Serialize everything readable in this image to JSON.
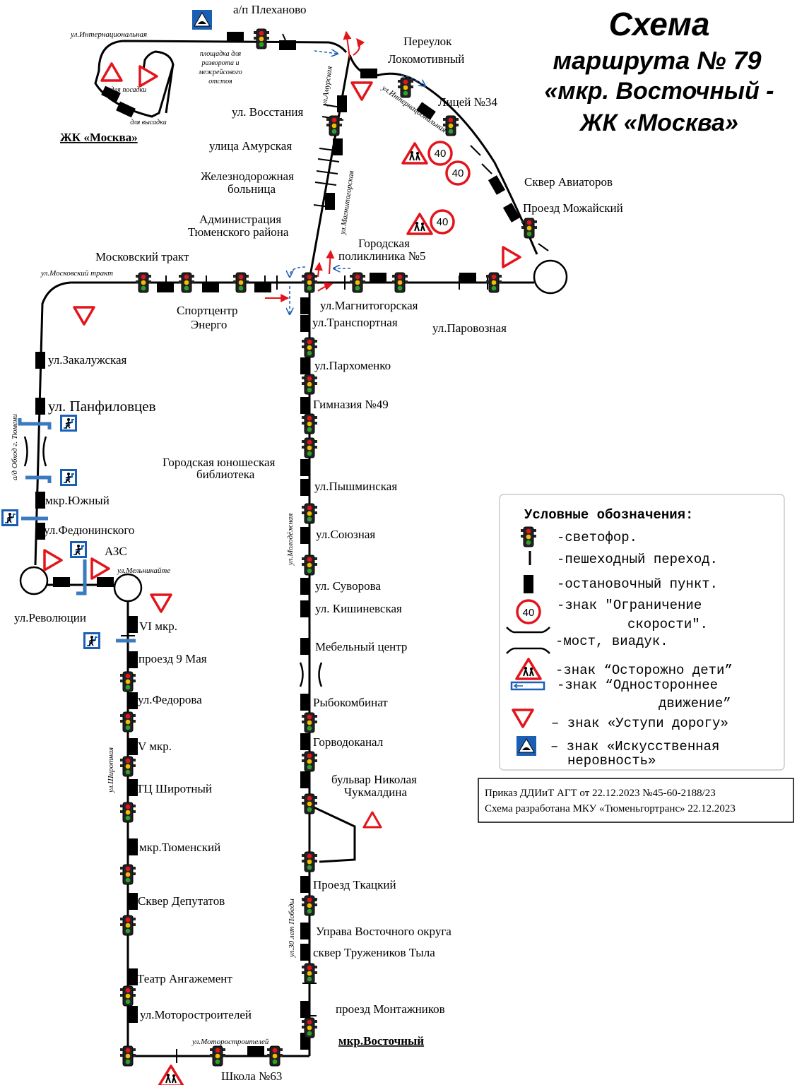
{
  "title": {
    "line1": "Схема",
    "line2": "маршрута № 79",
    "line3": "«мкр. Восточный -",
    "line4": "ЖК «Москва»"
  },
  "streets": {
    "internatsionalnaya_top": "ул.Интернациональная",
    "amurskaya_vert": "ул.Амурская",
    "internatsionalnaya_diag": "ул.Интернациональная",
    "magnitogorskaya_vert": "ул.Магнитогорская",
    "moskovsky_trakt": "ул.Московский тракт",
    "obkhod": "а/д Обход г. Тюмени",
    "melnikaite": "ул.Мельникайте",
    "molodezhnaya": "ул.Молодёжная",
    "shirotnaya": "ул.Широтная",
    "pobedy": "ул.30 лет Победы",
    "motorostroiteley": "ул.Моторостроителей"
  },
  "notes": {
    "turnaround": [
      "площадка для",
      "разворота и",
      "межрейсового",
      "отстоя"
    ],
    "boarding": "для посадки",
    "alighting": "для высадки"
  },
  "stops": {
    "plekhanovo": "а/п Плеханово",
    "pereulok1": "Переулок",
    "pereulok2": "Локомотивный",
    "litsey": "Лицей №34",
    "skver_aviatorov": "Сквер Авиаторов",
    "mozhaysky": "Проезд Можайский",
    "vosstaniya": "ул. Восстания",
    "amurskaya": "улица Амурская",
    "zhd1": "Железнодорожная",
    "zhd2": "больница",
    "admin1": "Администрация",
    "admin2": "Тюменского района",
    "poliklinika1": "Городская",
    "poliklinika2": "поликлиника №5",
    "moskovsky": "Московский тракт",
    "sport1": "Спортцентр",
    "sport2": "Энерго",
    "parovoznaya": "ул.Паровозная",
    "zhk_moskva": "ЖК «Москва»",
    "zakaluzhskaya": "ул.Закалужская",
    "panfilovtsev": "ул. Панфиловцев",
    "yuzhny": "мкр.Южный",
    "fedyuninskogo": "ул.Федюнинского",
    "azs": "АЗС",
    "revolyutsii": "ул.Революции",
    "mkr6": "VI мкр.",
    "proezd9": "проезд 9 Мая",
    "fedorova": "ул.Федорова",
    "mkr5": "V мкр.",
    "tc_shirotny": "ТЦ Широтный",
    "tyumensky": "мкр.Тюменский",
    "skver_deputatov": "Сквер Депутатов",
    "teatr": "Театр Ангажемент",
    "motorostroiteley": "ул.Моторостроителей",
    "shkola": "Школа №63",
    "magnitogorskaya": "ул.Магнитогорская",
    "transportnaya": "ул.Транспортная",
    "parkhomenko": "ул.Пархоменко",
    "gimnaziya": "Гимназия №49",
    "biblioteka1": "Городская юношеская",
    "biblioteka2": "библиотека",
    "pyshminskaya": "ул.Пышминская",
    "soyuznaya": "ул.Союзная",
    "suvorova": "ул. Суворова",
    "kishinevskaya": "ул. Кишиневская",
    "mebel": "Мебельный центр",
    "rybokombinat": "Рыбокомбинат",
    "gorvodokanal": "Горводоканал",
    "bulvar1": "бульвар Николая",
    "bulvar2": "Чукмалдина",
    "tkatsky": "Проезд Ткацкий",
    "uprava": "Управа Восточного округа",
    "skver_truzh": "сквер Тружеников Тыла",
    "montazhnikov": "проезд Монтажников",
    "vostochny": "мкр.Восточный"
  },
  "legend": {
    "title": "Условные обозначения:",
    "traffic_light": "-светофор.",
    "crossing": "-пешеходный переход.",
    "stop": "-остановочный пункт.",
    "speed1": "-знак \"Ограничение",
    "speed2": "скорости\".",
    "bridge": "-мост, виадук.",
    "children": "-знак “Осторожно дети”",
    "oneway1": "-знак “Одностороннее",
    "oneway2": "движение”",
    "yield": "– знак «Уступи дорогу»",
    "bump1": "– знак «Искусственная",
    "bump2": "неровность»"
  },
  "speed_value": "40",
  "order": {
    "line1": "Приказ ДДИиТ АГТ от 22.12.2023 №45-60-2188/23",
    "line2": "Схема разработана МКУ «Тюменьгортранс» 22.12.2023"
  },
  "colors": {
    "sign_red": "#e3141b",
    "sign_blue": "#1a5fb4",
    "route": "#000000"
  }
}
